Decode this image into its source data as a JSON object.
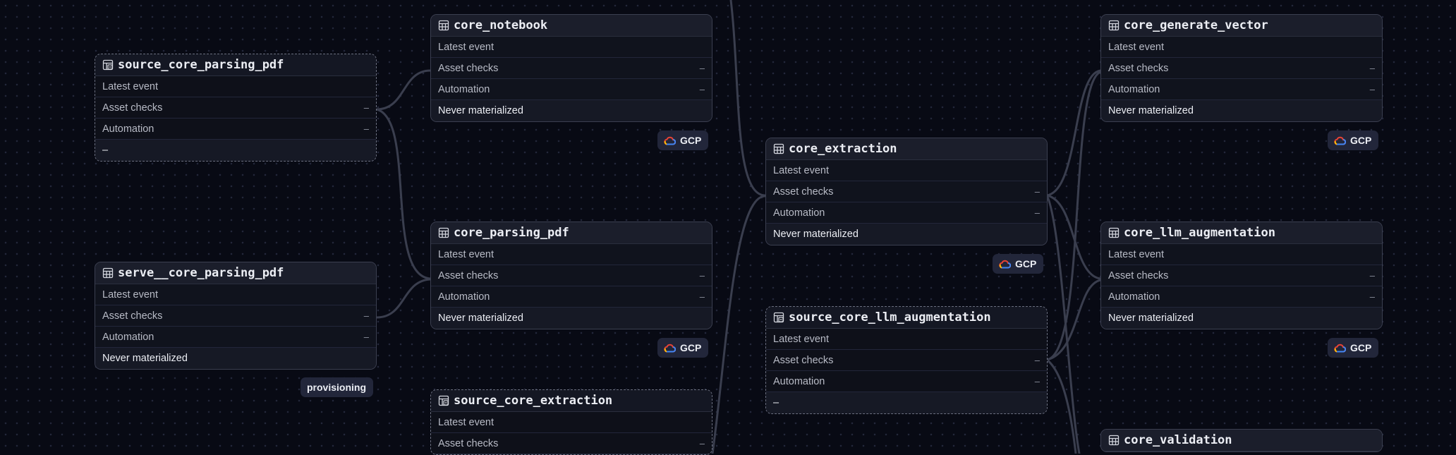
{
  "labels": {
    "latest_event": "Latest event",
    "asset_checks": "Asset checks",
    "automation": "Automation",
    "dash": "–"
  },
  "tags": {
    "gcp": "GCP",
    "provisioning": "provisioning"
  },
  "colors": {
    "background": "#080a14",
    "node": "#10131d",
    "edge": "#3a3e4e",
    "gcp_blue": "#4285f4",
    "gcp_red": "#ea4335",
    "gcp_yellow": "#fbbc05"
  },
  "icons": {
    "table": "table-icon",
    "source_table": "source-table-icon",
    "cloud": "gcp-cloud-icon"
  },
  "nodes": {
    "source_core_parsing_pdf": {
      "title": "source_core_parsing_pdf",
      "status": "–"
    },
    "serve_core_parsing_pdf": {
      "title": "serve__core_parsing_pdf",
      "status": "Never materialized"
    },
    "core_notebook": {
      "title": "core_notebook",
      "status": "Never materialized"
    },
    "core_parsing_pdf": {
      "title": "core_parsing_pdf",
      "status": "Never materialized"
    },
    "source_core_extraction": {
      "title": "source_core_extraction"
    },
    "core_extraction": {
      "title": "core_extraction",
      "status": "Never materialized"
    },
    "source_core_llm_augmentation": {
      "title": "source_core_llm_augmentation",
      "status": "–"
    },
    "core_generate_vector": {
      "title": "core_generate_vector",
      "status": "Never materialized"
    },
    "core_llm_augmentation": {
      "title": "core_llm_augmentation",
      "status": "Never materialized"
    },
    "core_validation": {
      "title": "core_validation"
    }
  }
}
